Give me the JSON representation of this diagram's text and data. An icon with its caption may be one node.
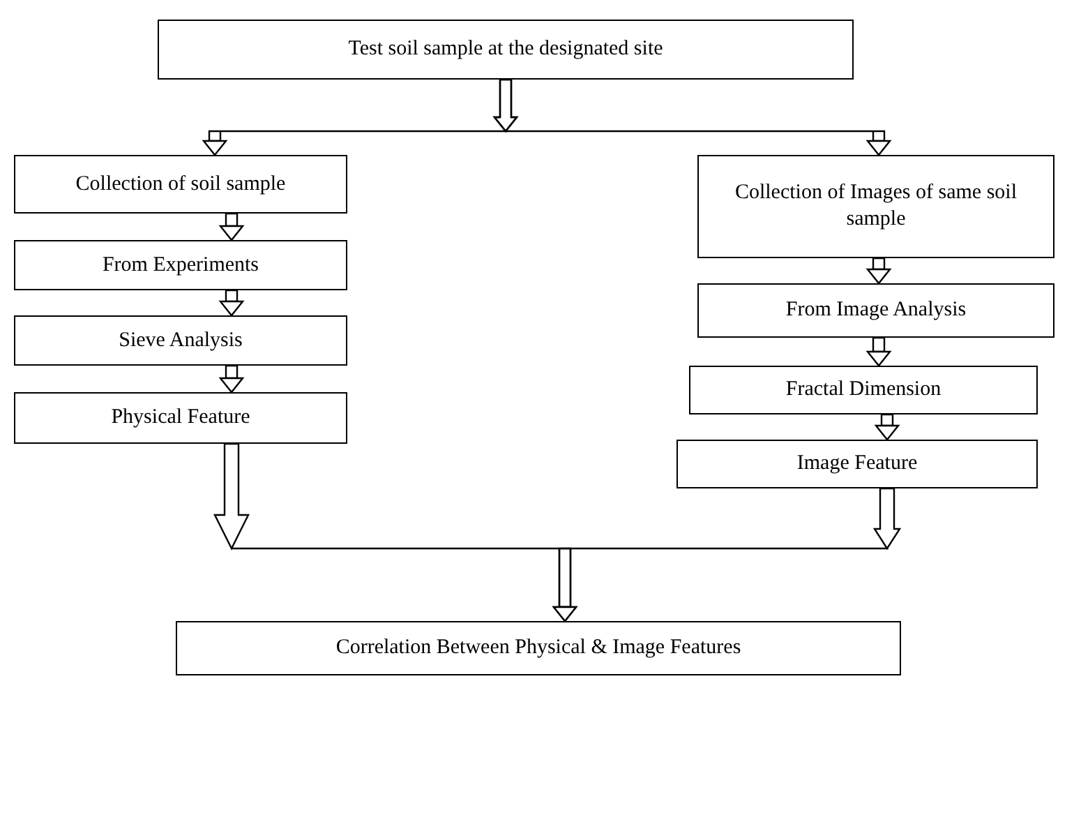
{
  "diagram": {
    "nodes": [
      {
        "text": [
          "Test soil sample at the designated site"
        ]
      },
      {
        "text": [
          "Collection of soil sample"
        ]
      },
      {
        "text": [
          "From Experiments"
        ]
      },
      {
        "text": [
          "Sieve Analysis"
        ]
      },
      {
        "text": [
          "Physical Feature"
        ]
      },
      {
        "text": [
          "Collection of Images of same soil sample"
        ]
      },
      {
        "text": [
          "From Image Analysis"
        ]
      },
      {
        "text": [
          "Fractal Dimension"
        ]
      },
      {
        "text": [
          "Image Feature"
        ]
      },
      {
        "text": [
          "Correlation Between Physical & Image Features"
        ]
      }
    ],
    "edges": [
      {
        "from": 0,
        "to": 1,
        "arrow": "to"
      },
      {
        "from": 0,
        "to": 5,
        "arrow": "to"
      },
      {
        "from": 1,
        "to": 2,
        "arrow": "to"
      },
      {
        "from": 2,
        "to": 3,
        "arrow": "to"
      },
      {
        "from": 3,
        "to": 4,
        "arrow": "to"
      },
      {
        "from": 5,
        "to": 6,
        "arrow": "to"
      },
      {
        "from": 6,
        "to": 7,
        "arrow": "to"
      },
      {
        "from": 7,
        "to": 8,
        "arrow": "to"
      },
      {
        "from": 4,
        "to": 9,
        "arrow": "to"
      },
      {
        "from": 8,
        "to": 9,
        "arrow": "to"
      }
    ]
  }
}
